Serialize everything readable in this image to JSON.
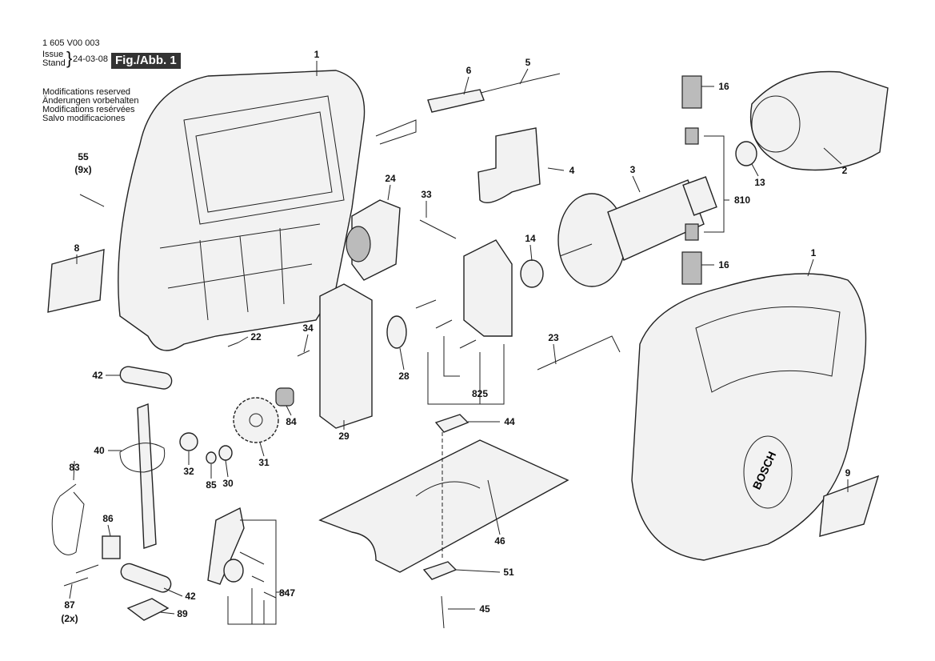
{
  "header": {
    "doc_number": "1 605 V00 003",
    "issue_label": "Issue",
    "stand_label": "Stand",
    "date": "24-03-08",
    "figure": "Fig./Abb. 1",
    "notices": [
      "Modifications reserved",
      "Änderungen vorbehalten",
      "Modifications resérvées",
      "Salvo modificaciones"
    ]
  },
  "housing_brand": "BOSCH",
  "part_labels": [
    "1",
    "6",
    "5",
    "16",
    "55",
    "(9x)",
    "4",
    "3",
    "2",
    "13",
    "24",
    "33",
    "810",
    "8",
    "14",
    "16",
    "1",
    "34",
    "22",
    "23",
    "28",
    "825",
    "42",
    "84",
    "29",
    "44",
    "40",
    "32",
    "31",
    "85",
    "30",
    "83",
    "9",
    "86",
    "46",
    "51",
    "847",
    "42",
    "87",
    "(2x)",
    "89",
    "45"
  ]
}
